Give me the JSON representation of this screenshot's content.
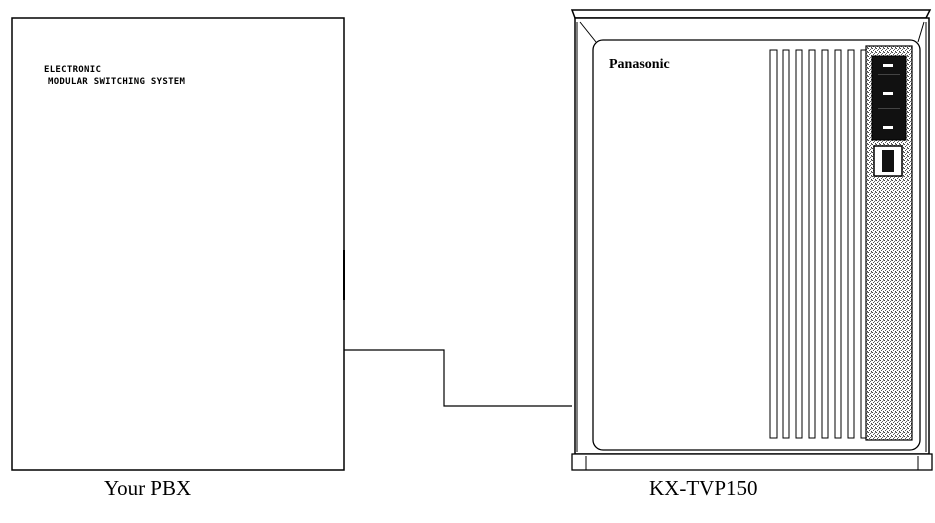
{
  "pbx": {
    "label_line1": "ELECTRONIC",
    "label_line2": "MODULAR SWITCHING SYSTEM",
    "caption": "Your PBX"
  },
  "voice_processor": {
    "brand": "Panasonic",
    "caption": "KX-TVP150",
    "panel_stripes": 8
  },
  "colors": {
    "line": "#000000",
    "background": "#ffffff",
    "display_panel": "#111111"
  }
}
